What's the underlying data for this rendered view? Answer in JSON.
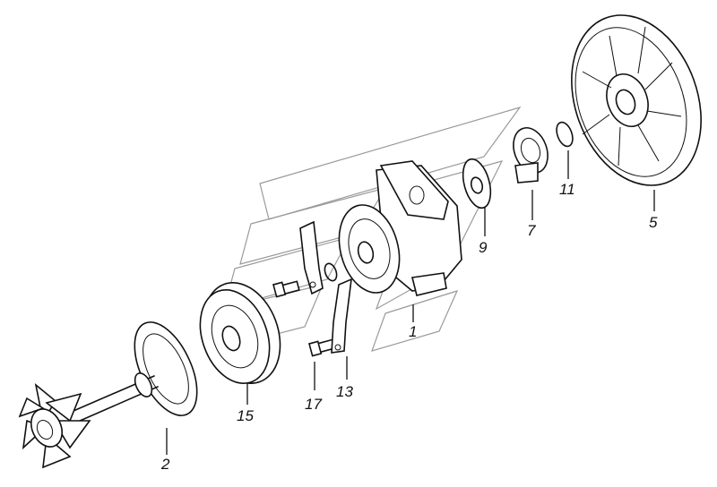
{
  "callouts": {
    "c1": "1",
    "c2": "2",
    "c5": "5",
    "c7": "7",
    "c9": "9",
    "c11": "11",
    "c13": "13",
    "c15": "15",
    "c17": "17"
  }
}
